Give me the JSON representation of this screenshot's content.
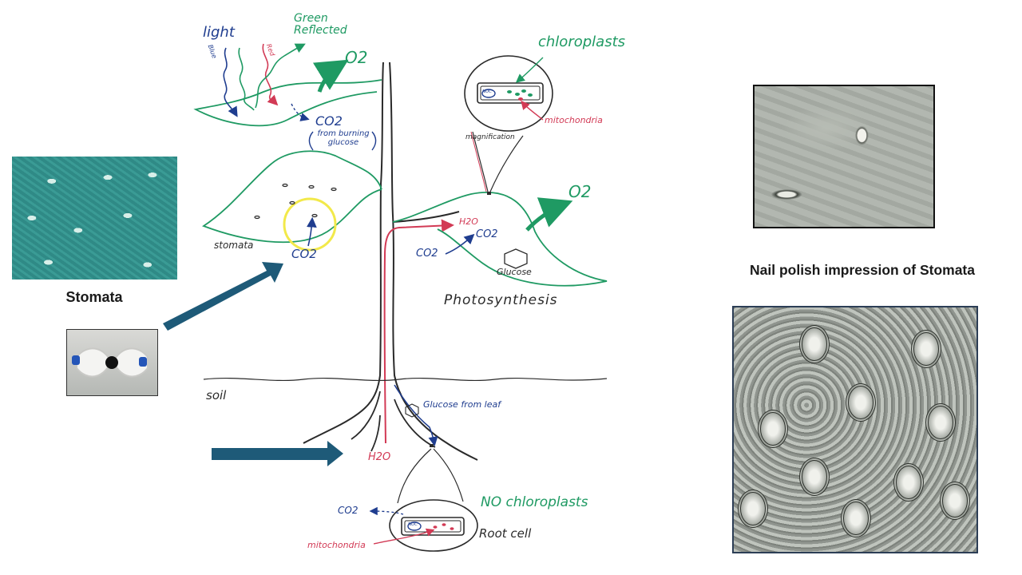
{
  "diagram": {
    "top_leaf": {
      "light": "light",
      "blue": "Blue",
      "red": "Red",
      "green_reflected": "Green Reflected",
      "o2": "O2",
      "co2": "CO2",
      "co2_note": "from burning glucose"
    },
    "left_leaf": {
      "stomata": "stomata",
      "co2": "CO2"
    },
    "right_leaf": {
      "o2": "O2",
      "h2o": "H2O",
      "co2_in": "CO2",
      "co2_leaf": "CO2",
      "glucose": "Glucose",
      "photosynthesis": "Photosynthesis"
    },
    "leaf_cell": {
      "chloroplasts": "chloroplasts",
      "mitochondria": "mitochondria",
      "nuc": "NUC",
      "magnification": "magnification"
    },
    "root": {
      "soil": "soil",
      "glucose_from_leaf": "Glucose from leaf",
      "h2o": "H2O",
      "no_chloroplasts": "NO chloroplasts",
      "co2": "CO2",
      "mitochondria": "mitochondria",
      "nuc": "NUC",
      "root_cell": "Root cell"
    }
  },
  "captions": {
    "stomata": "Stomata",
    "nail_polish": "Nail polish impression of Stomata"
  },
  "colors": {
    "green_ink": "#1f9a63",
    "red_ink": "#d23a55",
    "blue_ink": "#1f3d8f",
    "black_ink": "#2a2a2a",
    "arrow_fill": "#1e5a78",
    "highlight": "#f2e94a"
  }
}
